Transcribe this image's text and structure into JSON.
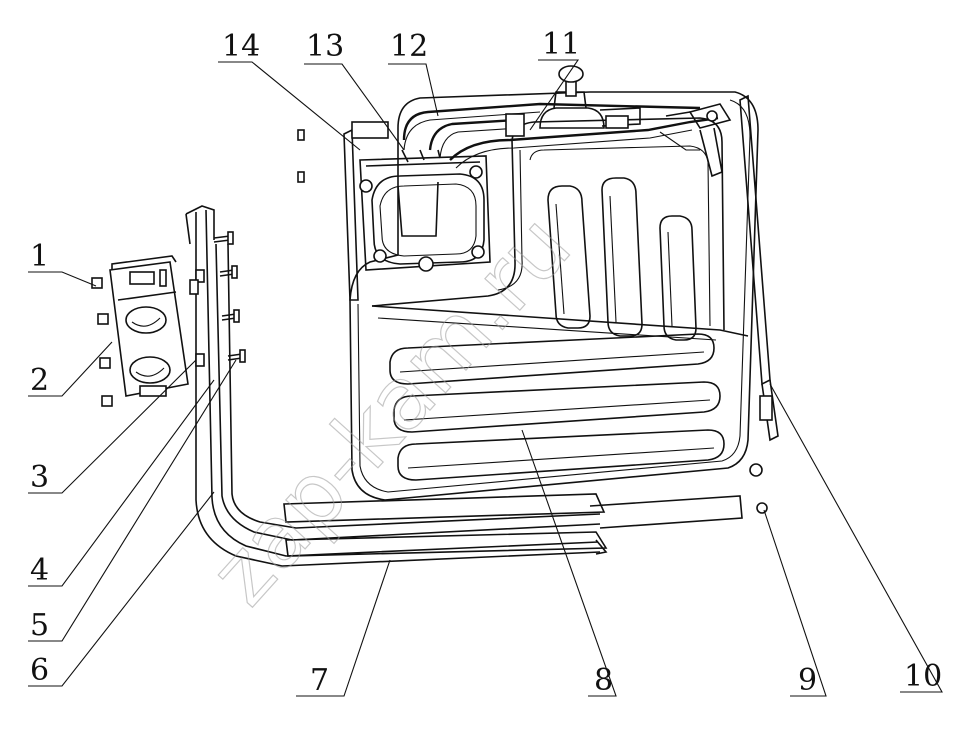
{
  "callouts": [
    {
      "id": "1",
      "label": "1"
    },
    {
      "id": "2",
      "label": "2"
    },
    {
      "id": "3",
      "label": "3"
    },
    {
      "id": "4",
      "label": "4"
    },
    {
      "id": "5",
      "label": "5"
    },
    {
      "id": "6",
      "label": "6"
    },
    {
      "id": "7",
      "label": "7"
    },
    {
      "id": "8",
      "label": "8"
    },
    {
      "id": "9",
      "label": "9"
    },
    {
      "id": "10",
      "label": "10"
    },
    {
      "id": "11",
      "label": "11"
    },
    {
      "id": "12",
      "label": "12"
    },
    {
      "id": "13",
      "label": "13"
    },
    {
      "id": "14",
      "label": "14"
    }
  ],
  "watermark": "zap-kam.ru",
  "colors": {
    "line": "#111111",
    "background": "#ffffff",
    "watermark": "#9a9a9a"
  }
}
